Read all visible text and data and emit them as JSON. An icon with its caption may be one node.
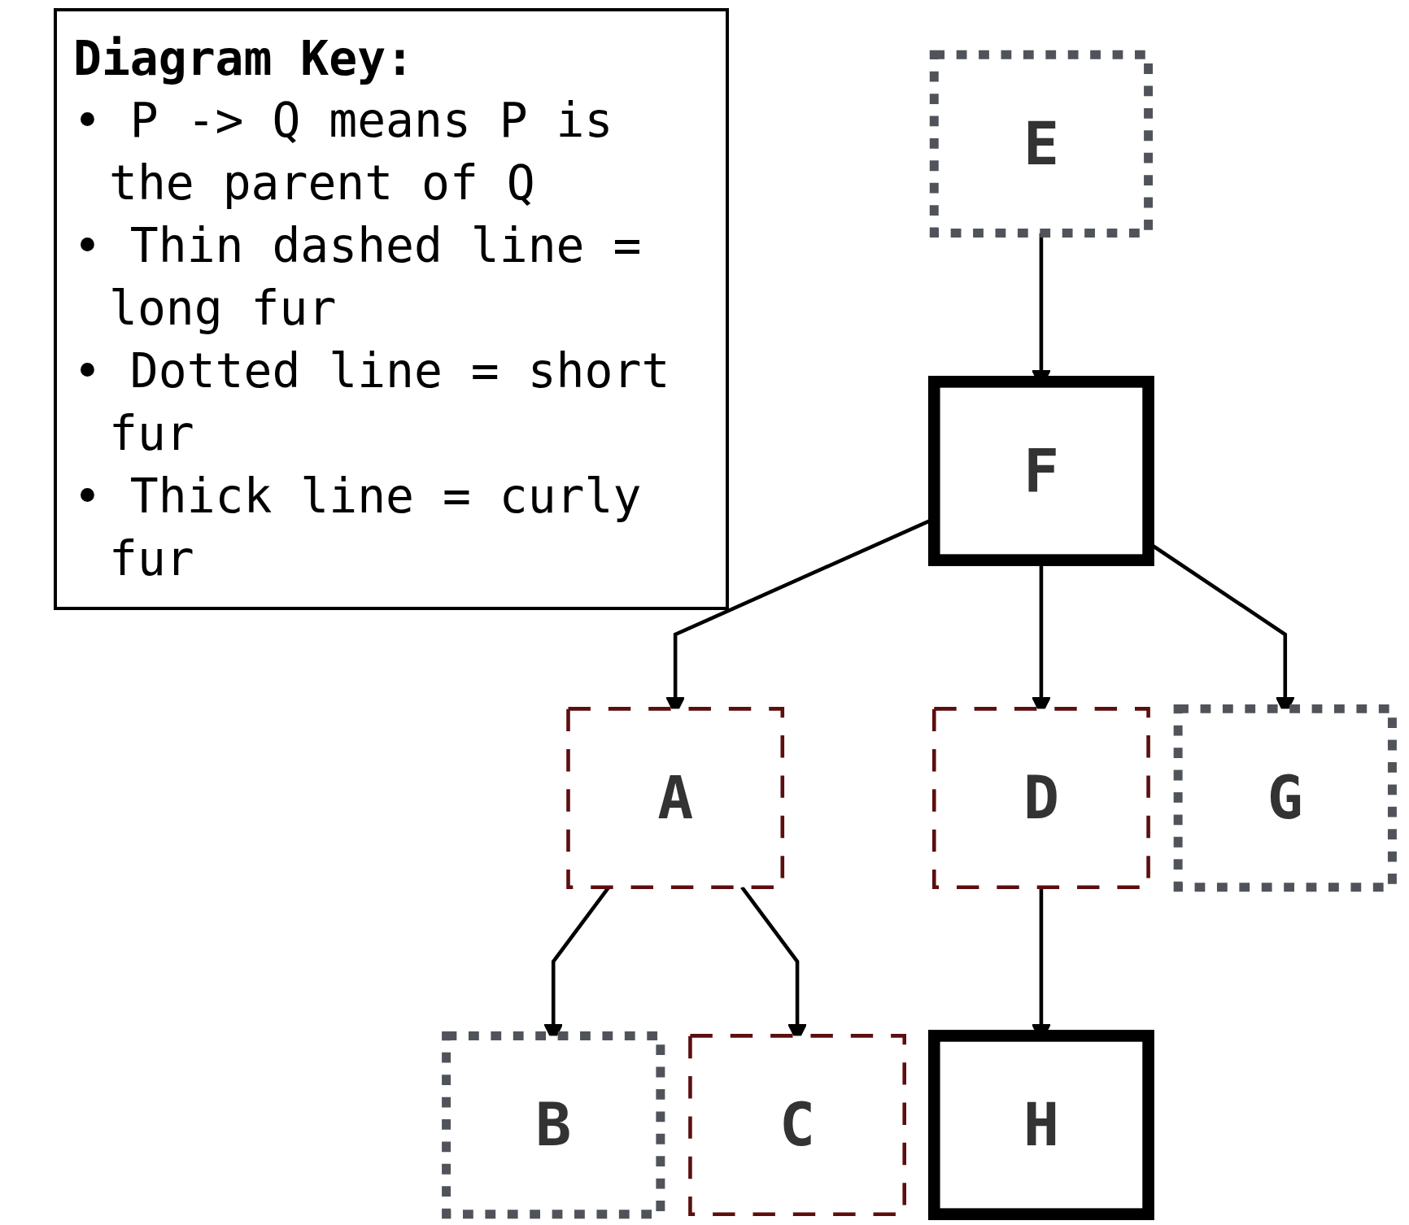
{
  "diagram": {
    "nodes": [
      {
        "text": [
          "E"
        ]
      },
      {
        "text": [
          "F"
        ]
      },
      {
        "text": [
          "A"
        ]
      },
      {
        "text": [
          "D"
        ]
      },
      {
        "text": [
          "G"
        ]
      },
      {
        "text": [
          "B"
        ]
      },
      {
        "text": [
          "C"
        ]
      },
      {
        "text": [
          "H"
        ]
      }
    ],
    "edges": [
      {
        "from": 0,
        "to": 1,
        "arrow": "to"
      },
      {
        "from": 1,
        "to": 2,
        "arrow": "to"
      },
      {
        "from": 1,
        "to": 3,
        "arrow": "to"
      },
      {
        "from": 1,
        "to": 4,
        "arrow": "to"
      },
      {
        "from": 2,
        "to": 5,
        "arrow": "to"
      },
      {
        "from": 2,
        "to": 6,
        "arrow": "to"
      },
      {
        "from": 3,
        "to": 7,
        "arrow": "to"
      }
    ],
    "labels": [
      "Diagram Key:",
      "• P -> Q means P is the parent of Q",
      "• Thin dashed line = long fur",
      "• Dotted line = short fur",
      "• Thick line = curly fur"
    ]
  }
}
